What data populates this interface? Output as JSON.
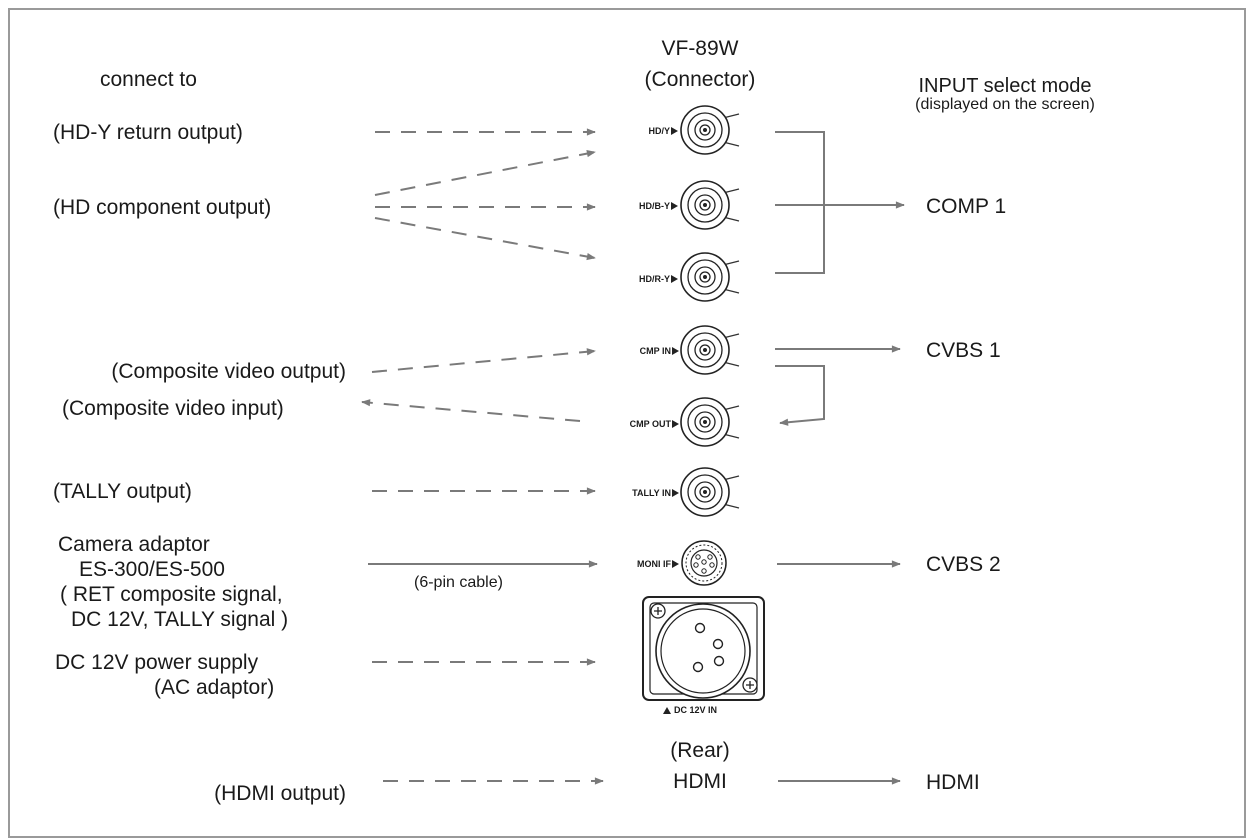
{
  "header": {
    "connect_to": "connect to",
    "model": "VF-89W",
    "connector": "(Connector)",
    "input_mode": "INPUT select mode",
    "input_mode_note": "(displayed on the screen)"
  },
  "sources": {
    "hdy_return": "(HD-Y return output)",
    "hd_component": "(HD component output)",
    "composite_out": "(Composite video output)",
    "composite_in": "(Composite video input)",
    "tally": "(TALLY output)",
    "camera_l1": "Camera adaptor",
    "camera_l2": "ES-300/ES-500",
    "camera_l3": "( RET composite signal,",
    "camera_l4": "DC 12V, TALLY signal )",
    "dc_l1": "DC 12V power supply",
    "dc_l2": "(AC adaptor)",
    "hdmi_out": "(HDMI output)"
  },
  "cable_note": "(6-pin cable)",
  "connectors": {
    "hdy": "HD/Y",
    "hdby": "HD/B-Y",
    "hdry": "HD/R-Y",
    "cmpin": "CMP IN",
    "cmpout": "CMP OUT",
    "tallyin": "TALLY IN",
    "moniif": "MONI IF",
    "dcin": "DC 12V IN",
    "rear": "(Rear)",
    "hdmi": "HDMI"
  },
  "modes": {
    "comp1": "COMP 1",
    "cvbs1": "CVBS 1",
    "cvbs2": "CVBS 2",
    "hdmi": "HDMI"
  },
  "colors": {
    "line": "#7a7a7a",
    "frame": "#9a9a9a",
    "text": "#1a1a1a"
  }
}
